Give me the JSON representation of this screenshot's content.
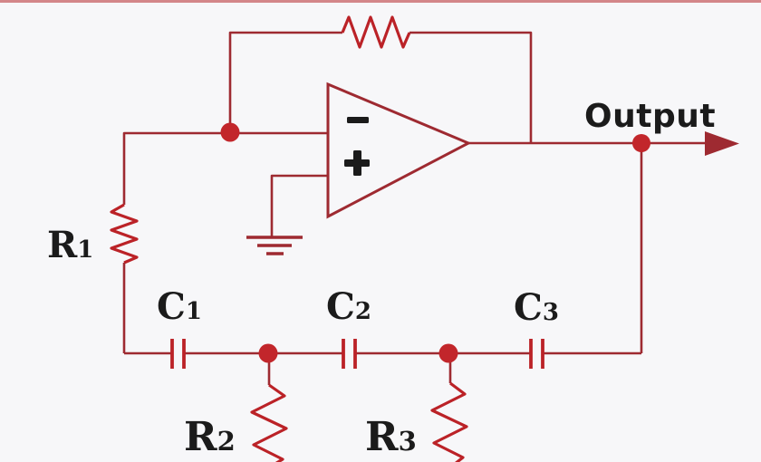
{
  "diagram": {
    "output_label": "Output",
    "opamp": {
      "inverting_input_symbol": "−",
      "noninverting_input_symbol": "+"
    },
    "components": {
      "r1": {
        "letter": "R",
        "sub": "1"
      },
      "r2": {
        "letter": "R",
        "sub": "2"
      },
      "r3": {
        "letter": "R",
        "sub": "3"
      },
      "c1": {
        "letter": "C",
        "sub": "1"
      },
      "c2": {
        "letter": "C",
        "sub": "2"
      },
      "c3": {
        "letter": "C",
        "sub": "3"
      }
    },
    "colors": {
      "wire": "#9e2a31",
      "component": "#bb2227",
      "node": "#c2262b",
      "text": "#1b1b1b",
      "background": "#f7f7f9",
      "frame_line": "#cc7276"
    }
  }
}
